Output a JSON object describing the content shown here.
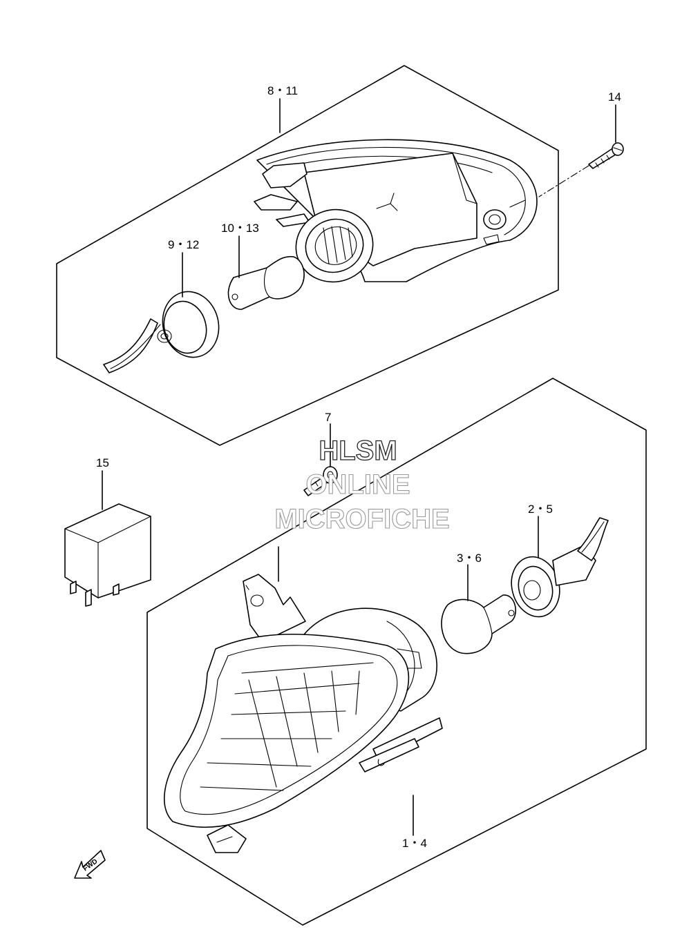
{
  "callouts": {
    "front_lamp_assy": "1・4",
    "front_socket": "2・5",
    "front_bulb": "3・6",
    "front_screw": "7",
    "rear_lamp_assy": "8・11",
    "rear_socket": "9・12",
    "rear_bulb": "10・13",
    "lens_screw": "14",
    "relay": "15"
  },
  "watermark": {
    "line1": "HLSM",
    "line2": "ONLINE",
    "line3": "MICROFICHE"
  },
  "fwd_label": "FWD"
}
